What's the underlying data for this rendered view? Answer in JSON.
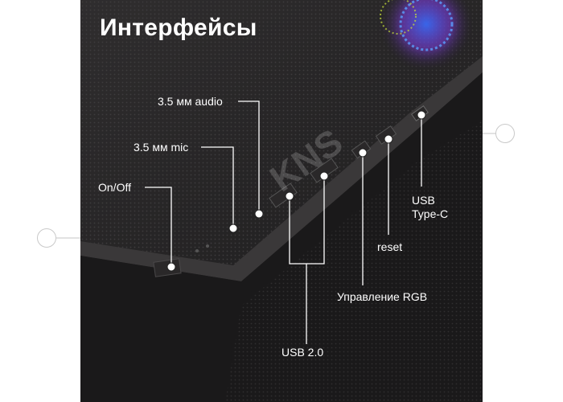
{
  "title": "Интерфейсы",
  "labels": {
    "audio": "3.5 мм audio",
    "mic": "3.5 мм mic",
    "power": "On/Off",
    "usb_c": "USB\nType-C",
    "reset": "reset",
    "rgb": "Управление RGB",
    "usb2": "USB 2.0"
  },
  "watermark": "KNS",
  "colors": {
    "background": "#ffffff",
    "case": "#232223",
    "text": "#ffffff",
    "leader_lines": "#ffffff",
    "decor_lines": "#d0d0d0"
  }
}
